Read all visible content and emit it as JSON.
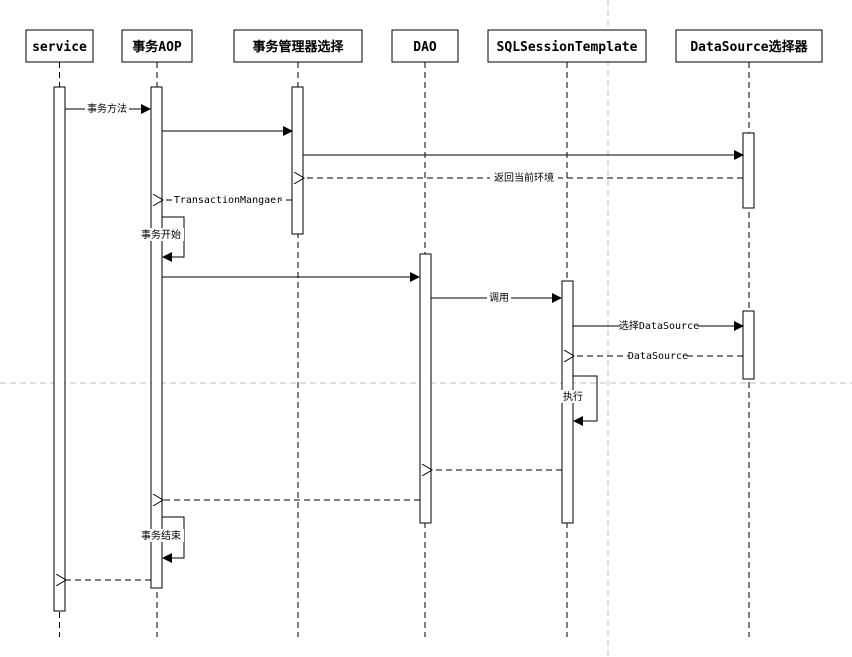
{
  "diagram": {
    "participants": [
      {
        "id": "service",
        "label": "service"
      },
      {
        "id": "aop",
        "label": "事务AOP"
      },
      {
        "id": "txmgr",
        "label": "事务管理器选择"
      },
      {
        "id": "dao",
        "label": "DAO"
      },
      {
        "id": "sqlt",
        "label": "SQLSessionTemplate"
      },
      {
        "id": "ds",
        "label": "DataSource选择器"
      }
    ],
    "messages": [
      {
        "id": "m1",
        "label": "事务方法"
      },
      {
        "id": "m2",
        "label": ""
      },
      {
        "id": "m3",
        "label": ""
      },
      {
        "id": "m4",
        "label": "返回当前环境"
      },
      {
        "id": "m5",
        "label": "TransactionMangaer"
      },
      {
        "id": "m6",
        "label": "事务开始"
      },
      {
        "id": "m7",
        "label": ""
      },
      {
        "id": "m8",
        "label": "调用"
      },
      {
        "id": "m9",
        "label": "选择DataSource"
      },
      {
        "id": "m10",
        "label": "DataSource"
      },
      {
        "id": "m11",
        "label": "执行"
      },
      {
        "id": "m12",
        "label": ""
      },
      {
        "id": "m13",
        "label": ""
      },
      {
        "id": "m14",
        "label": "事务结束"
      },
      {
        "id": "m15",
        "label": ""
      }
    ]
  }
}
